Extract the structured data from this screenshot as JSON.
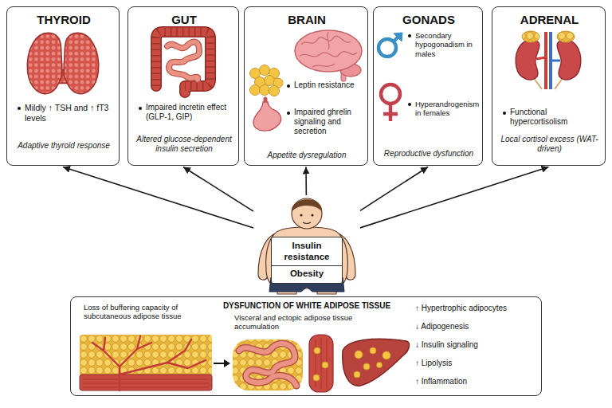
{
  "diagram": {
    "nodes": [
      {
        "text": [
          "THYROID",
          "Mildly ↑ TSH and ↑ fT3 levels",
          "Adaptive thyroid response"
        ]
      },
      {
        "text": [
          "GUT",
          "Impaired incretin effect (GLP-1, GIP)",
          "Altered glucose-dependent insulin secretion"
        ]
      },
      {
        "text": [
          "BRAIN",
          "Leptin resistance",
          "Impaired ghrelin signaling and secretion",
          "Appetite dysregulation"
        ]
      },
      {
        "text": [
          "GONADS",
          "Secondary hypogonadism in males",
          "Hyperandrogenism in females",
          "Reproductive dysfunction"
        ]
      },
      {
        "text": [
          "ADRENAL",
          "Functional hypercortisolism",
          "Local cortisol excess (WAT-driven)"
        ]
      },
      {
        "text": [
          "Insulin resistance",
          "Obesity"
        ]
      },
      {
        "text": [
          "DYSFUNCTION OF WHITE ADIPOSE TISSUE",
          "Loss of buffering capacity of subcutaneous adipose tissue",
          "Visceral and ectopic adipose tissue accumulation",
          "↑ Hypertrophic adipocytes",
          "↓ Adipogenesis",
          "↓ Insulin signaling",
          "↑ Lipolysis",
          "↑ Inflammation"
        ]
      }
    ],
    "edges": [
      {
        "from": 5,
        "to": 0,
        "arrow": "to"
      },
      {
        "from": 5,
        "to": 1,
        "arrow": "to"
      },
      {
        "from": 5,
        "to": 2,
        "arrow": "to"
      },
      {
        "from": 5,
        "to": 3,
        "arrow": "to"
      },
      {
        "from": 5,
        "to": 4,
        "arrow": "to"
      }
    ]
  }
}
